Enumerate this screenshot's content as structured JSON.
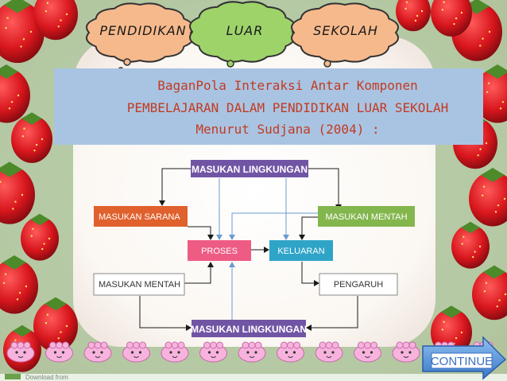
{
  "header": {
    "bubbles": [
      {
        "label": "PENDIDIKAN",
        "color": "#f6b98c"
      },
      {
        "label": "LUAR",
        "color": "#9ed36a"
      },
      {
        "label": "SEKOLAH",
        "color": "#f6b98c"
      }
    ]
  },
  "title": {
    "lines": [
      "BaganPola Interaksi Antar Komponen",
      "PEMBELAJARAN DALAM PENDIDIKAN LUAR SEKOLAH",
      "Menurut Sudjana (2004) :"
    ],
    "background": "#a9c4e2",
    "color": "#c23b22"
  },
  "diagram": {
    "env_top": "MASUKAN LINGKUNGAN",
    "env_bottom": "MASUKAN LINGKUNGAN",
    "sarana": "MASUKAN SARANA",
    "mentah_right": "MASUKAN MENTAH",
    "proses": "PROSES",
    "keluaran": "KELUARAN",
    "mentah_left": "MASUKAN MENTAH",
    "pengaruh": "PENGARUH",
    "colors": {
      "env": "#7155a5",
      "sarana": "#e0612d",
      "mentah_right": "#84b64e",
      "proses": "#ee5b83",
      "keluaran": "#2ea4c7",
      "mentah_left": "#ffffff",
      "pengaruh": "#ffffff",
      "line_dark": "#1a1a1a",
      "line_blue": "#6b9bd1"
    }
  },
  "continue_button": {
    "label": "CONTINUE",
    "color": "#3b6fc4"
  },
  "footer": {
    "text": "Download from"
  }
}
